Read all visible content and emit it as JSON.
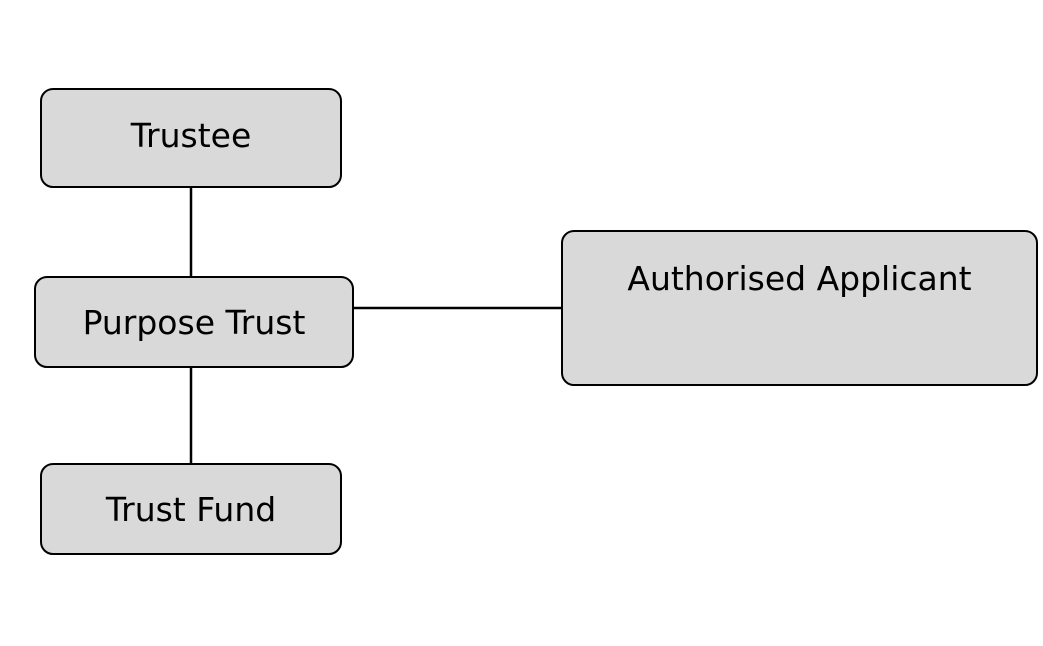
{
  "diagram": {
    "nodes": {
      "trustee": {
        "label": "Trustee"
      },
      "purpose_trust": {
        "label": "Purpose Trust"
      },
      "trust_fund": {
        "label": "Trust Fund"
      },
      "authorised_applicant": {
        "label": "Authorised Applicant"
      }
    },
    "edges": [
      {
        "from": "Trustee",
        "to": "Purpose Trust"
      },
      {
        "from": "Purpose Trust",
        "to": "Trust Fund"
      },
      {
        "from": "Purpose Trust",
        "to": "Authorised Applicant"
      }
    ],
    "colors": {
      "node_fill": "#d9d9d9",
      "node_border": "#000000",
      "connector": "#000000",
      "background": "#ffffff"
    }
  }
}
